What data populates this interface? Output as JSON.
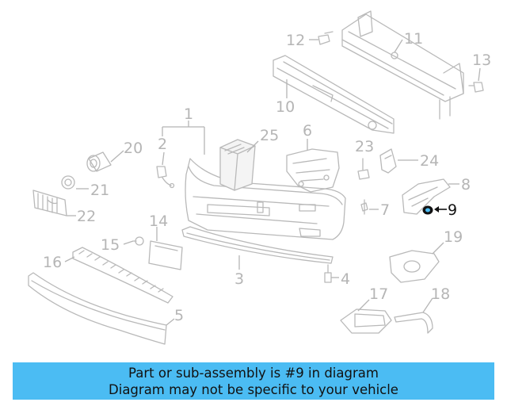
{
  "callouts": {
    "c1": "1",
    "c2": "2",
    "c3": "3",
    "c4": "4",
    "c5": "5",
    "c6": "6",
    "c7": "7",
    "c8": "8",
    "c9": "9",
    "c10": "10",
    "c11": "11",
    "c12": "12",
    "c13": "13",
    "c14": "14",
    "c15": "15",
    "c16": "16",
    "c17": "17",
    "c18": "18",
    "c19": "19",
    "c20": "20",
    "c21": "21",
    "c22": "22",
    "c23": "23",
    "c24": "24",
    "c25": "25"
  },
  "highlight": {
    "part_number": "9",
    "color": "#111111"
  },
  "banner": {
    "line1": "Part or sub-assembly is #9 in diagram",
    "line2": "Diagram may not be specific to your vehicle",
    "background": "#4bbcf3"
  }
}
